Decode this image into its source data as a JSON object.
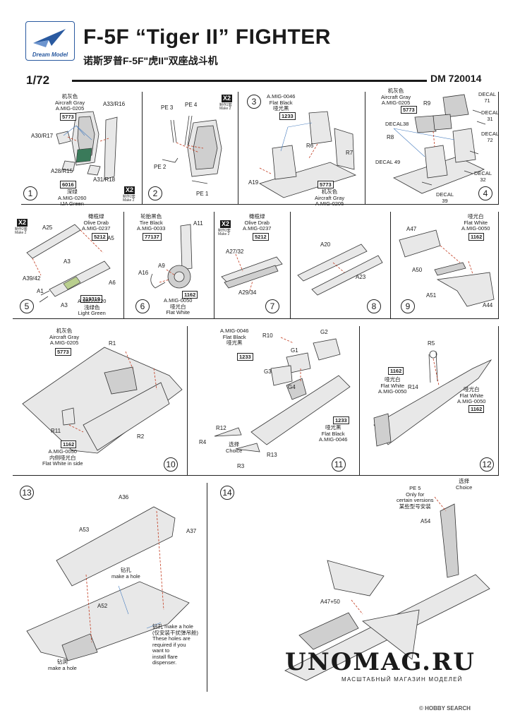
{
  "header": {
    "logo_text": "Dream Model",
    "title": "F-5F “Tiger II” FIGHTER",
    "subtitle_cn": "诺斯罗普F-5F\"虎II\"双座战斗机",
    "scale": "1/72",
    "code": "DM 720014"
  },
  "steps": [
    {
      "num": "1",
      "labels": {
        "c1": "机灰色\nAircraft Gray\nA.MIG-0205",
        "c1_code": "5773",
        "p1": "A33/R16",
        "p2": "A30/R17",
        "p3": "A28/R15",
        "p4": "A31/R18",
        "c2_code": "6016",
        "c2": "深绿\nA.MIG-0260\nIJA Green",
        "x2": "X2",
        "x2_sub": "制作2套\nMake 2"
      }
    },
    {
      "num": "2",
      "labels": {
        "p1": "PE 3",
        "p2": "PE 4",
        "p3": "PE 2",
        "p4": "PE 1",
        "x2": "X2",
        "x2_sub": "制作2套\nMake 2"
      }
    },
    {
      "num": "3",
      "labels": {
        "c1": "A.MIG-0046\nFlat Black\n哑光黑",
        "c1_code": "1233",
        "p1": "R6",
        "p2": "R7",
        "p3": "A19",
        "c2_code": "5773",
        "c2": "机灰色\nAircraft Gray\nA.MIG-0205"
      }
    },
    {
      "num": "4",
      "labels": {
        "c1": "机灰色\nAircraft Gray\nA.MIG-0205",
        "c1_code": "5773",
        "p1": "R9",
        "p2": "R8",
        "d1": "DECAL\n71",
        "d2": "DECAL\n31",
        "d3": "DECAL38",
        "d4": "DECAL\n72",
        "d5": "DECAL 49",
        "d6": "DECAL\n32",
        "d7": "DECAL\n39"
      }
    },
    {
      "num": "5",
      "labels": {
        "x2": "X2",
        "x2_sub": "制作2套\nMake 2",
        "c1": "橄榄绿\nOlive Drab\nA.MIG-0237",
        "c1_code": "5212",
        "p1": "A25",
        "p2": "A5",
        "p3": "A3",
        "p4": "A39/42",
        "p5": "A6",
        "p6": "A1",
        "p7": "A3",
        "c2_code": "319319",
        "c2": "A.MIG-0220\n浅绿色\nLight Green"
      }
    },
    {
      "num": "6",
      "labels": {
        "c1": "轮胎黑色\nTire Black\nA.MIG-0033",
        "c1_code": "77137",
        "p1": "A11",
        "p2": "A9",
        "p3": "A16",
        "c2_code": "1162",
        "c2": "A.MIG-0050\n哑光白\nFlat White"
      }
    },
    {
      "num": "7",
      "labels": {
        "x2": "X2",
        "x2_sub": "制作2套\nMake 2",
        "c1": "橄榄绿\nOlive Drab\nA.MIG-0237",
        "c1_code": "5212",
        "p1": "A27/32",
        "p2": "A29/34"
      }
    },
    {
      "num": "8",
      "labels": {
        "p1": "A20",
        "p2": "A23"
      }
    },
    {
      "num": "9",
      "labels": {
        "p1": "A47",
        "c1": "哑光白\nFlat White\nA.MIG-0050",
        "c1_code": "1162",
        "p2": "A50",
        "p3": "A51",
        "p4": "A44"
      }
    },
    {
      "num": "10",
      "labels": {
        "c1": "机灰色\nAircraft Gray\nA.MIG-0205",
        "c1_code": "5773",
        "p1": "R1",
        "p2": "R11",
        "p3": "R2",
        "c2_code": "1162",
        "c2": "A.MIG-0050\n内侧哑光白\nFlat White in side"
      }
    },
    {
      "num": "11",
      "labels": {
        "c1": "A.MIG-0046\nFlat Black\n哑光黑",
        "c1_code": "1233",
        "p1": "R10",
        "p2": "G2",
        "p3": "G1",
        "p4": "G3",
        "p5": "G4",
        "c2_code": "1233",
        "c2": "哑光黑\nFlat Black\nA.MIG-0046",
        "p6": "R12",
        "p7": "R4",
        "choice": "选择\nChoice",
        "p8": "R13",
        "p9": "R3"
      }
    },
    {
      "num": "12",
      "labels": {
        "p1": "R5",
        "c1_code": "1162",
        "c1": "哑光白\nFlat White\nA.MIG-0050",
        "p2": "R14",
        "c2": "哑光白\nFlat White\nA.MIG-0050",
        "c2_code": "1162"
      }
    },
    {
      "num": "13",
      "labels": {
        "p1": "A36",
        "p2": "A53",
        "p3": "A37",
        "n1": "钻孔\nmake a hole",
        "p4": "A52",
        "n2": "钻孔 make a hole\n(仅安装干扰弹吊舱)\nThese holes are\nrequired if you\nwant to\ninstall flare\ndispenser.",
        "n3": "钻洞\nmake a hole"
      }
    },
    {
      "num": "14",
      "labels": {
        "choice": "选择\nChoice",
        "pe": "PE 5\nOnly for\ncertain versions\n某些型号安装",
        "p1": "A54",
        "p2": "A47+50"
      }
    }
  ],
  "watermark": {
    "main": "UNOMAG.RU",
    "sub": "МАСШТАБНЫЙ МАГАЗИН МОДЕЛЕЙ"
  },
  "credit": "© HOBBY SEARCH"
}
